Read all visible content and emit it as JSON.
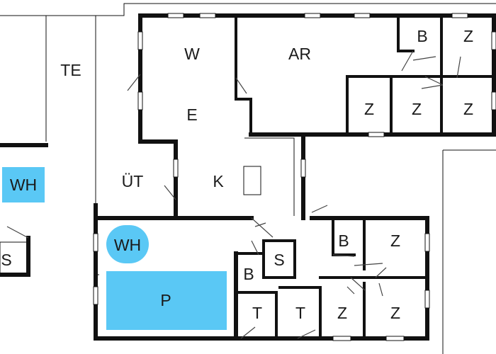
{
  "rooms": {
    "te": "TE",
    "wh_left": "WH",
    "s_left": "S",
    "w": "W",
    "e": "E",
    "ar": "AR",
    "ut": "ÜT",
    "k": "K",
    "wh_pool": "WH",
    "p": "P",
    "b_top": "B",
    "z_top_right": "Z",
    "z_mid_1": "Z",
    "z_mid_2": "Z",
    "z_mid_3": "Z",
    "b_mid": "B",
    "z_lower_1": "Z",
    "s_mid": "S",
    "b_lower": "B",
    "t_1": "T",
    "t_2": "T",
    "z_bottom_1": "Z",
    "z_bottom_2": "Z"
  },
  "colors": {
    "wall": "#111111",
    "water": "#5ac8f5",
    "background": "#ffffff"
  }
}
